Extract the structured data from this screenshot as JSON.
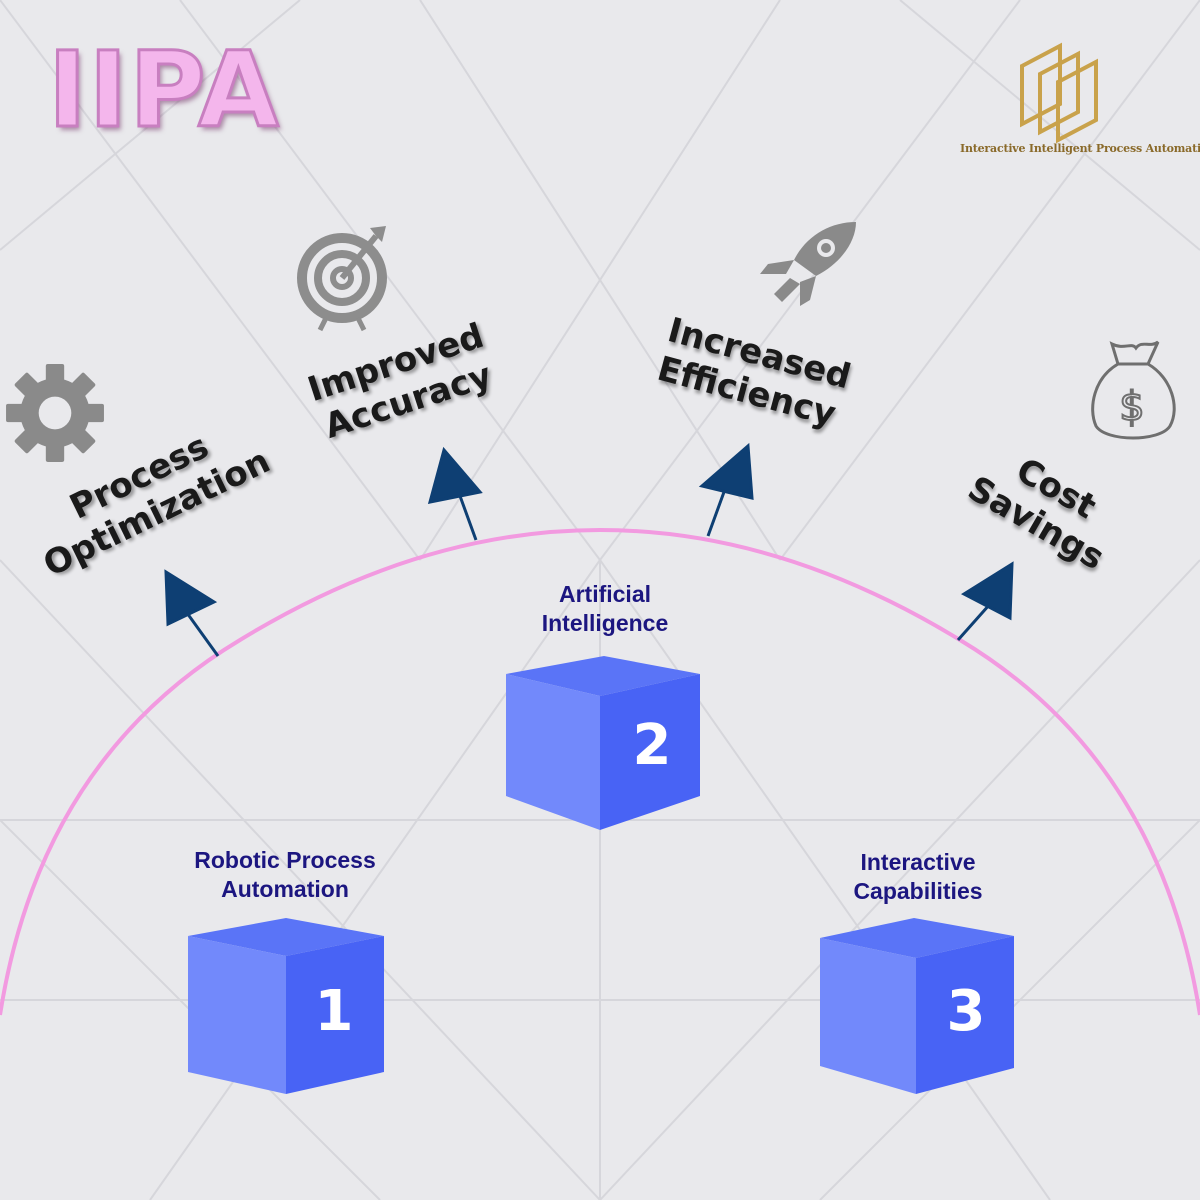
{
  "header": {
    "title": "IIPA",
    "logo_tagline": "Interactive Intelligent Process Automation"
  },
  "benefits": [
    {
      "line1": "Process",
      "line2": "Optimization",
      "icon": "gear-icon"
    },
    {
      "line1": "Improved",
      "line2": "Accuracy",
      "icon": "target-icon"
    },
    {
      "line1": "Increased",
      "line2": "Efficiency",
      "icon": "rocket-icon"
    },
    {
      "line1": "Cost",
      "line2": "Savings",
      "icon": "money-bag-icon"
    }
  ],
  "pillars": [
    {
      "number": "1",
      "line1": "Robotic Process",
      "line2": "Automation"
    },
    {
      "number": "2",
      "line1": "Artificial",
      "line2": "Intelligence"
    },
    {
      "number": "3",
      "line1": "Interactive",
      "line2": "Capabilities"
    }
  ],
  "colors": {
    "background": "#e9e9ec",
    "arc": "#f29ae0",
    "arrow": "#0e3f73",
    "cube_front": "#4863f5",
    "cube_side": "#7289fb",
    "cube_top": "#5a74f7",
    "label": "#1c1680",
    "title_fill": "#f4b6ec",
    "logo_gold": "#c9a24b"
  }
}
